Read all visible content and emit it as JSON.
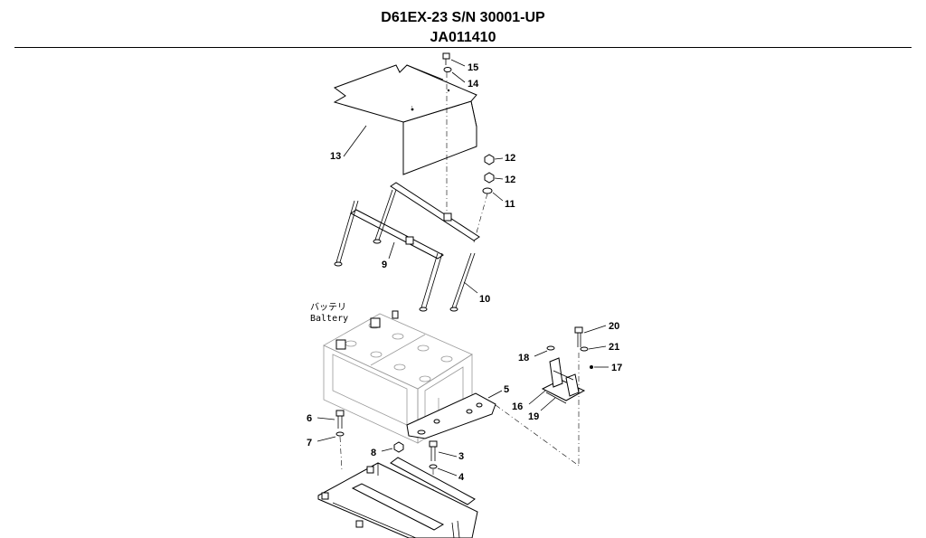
{
  "header": {
    "model_line": "D61EX-23 S/N 30001-UP",
    "figure_code": "JA011410"
  },
  "battery_label": {
    "japanese": "バッテリ",
    "english": "Baltery"
  },
  "callouts": {
    "c15": "15",
    "c14": "14",
    "c13": "13",
    "c12a": "12",
    "c12b": "12",
    "c11": "11",
    "c9": "9",
    "c10": "10",
    "c20": "20",
    "c21": "21",
    "c18": "18",
    "c17": "17",
    "c5": "5",
    "c16": "16",
    "c19": "19",
    "c6": "6",
    "c7": "7",
    "c8": "8",
    "c3": "3",
    "c4": "4"
  }
}
